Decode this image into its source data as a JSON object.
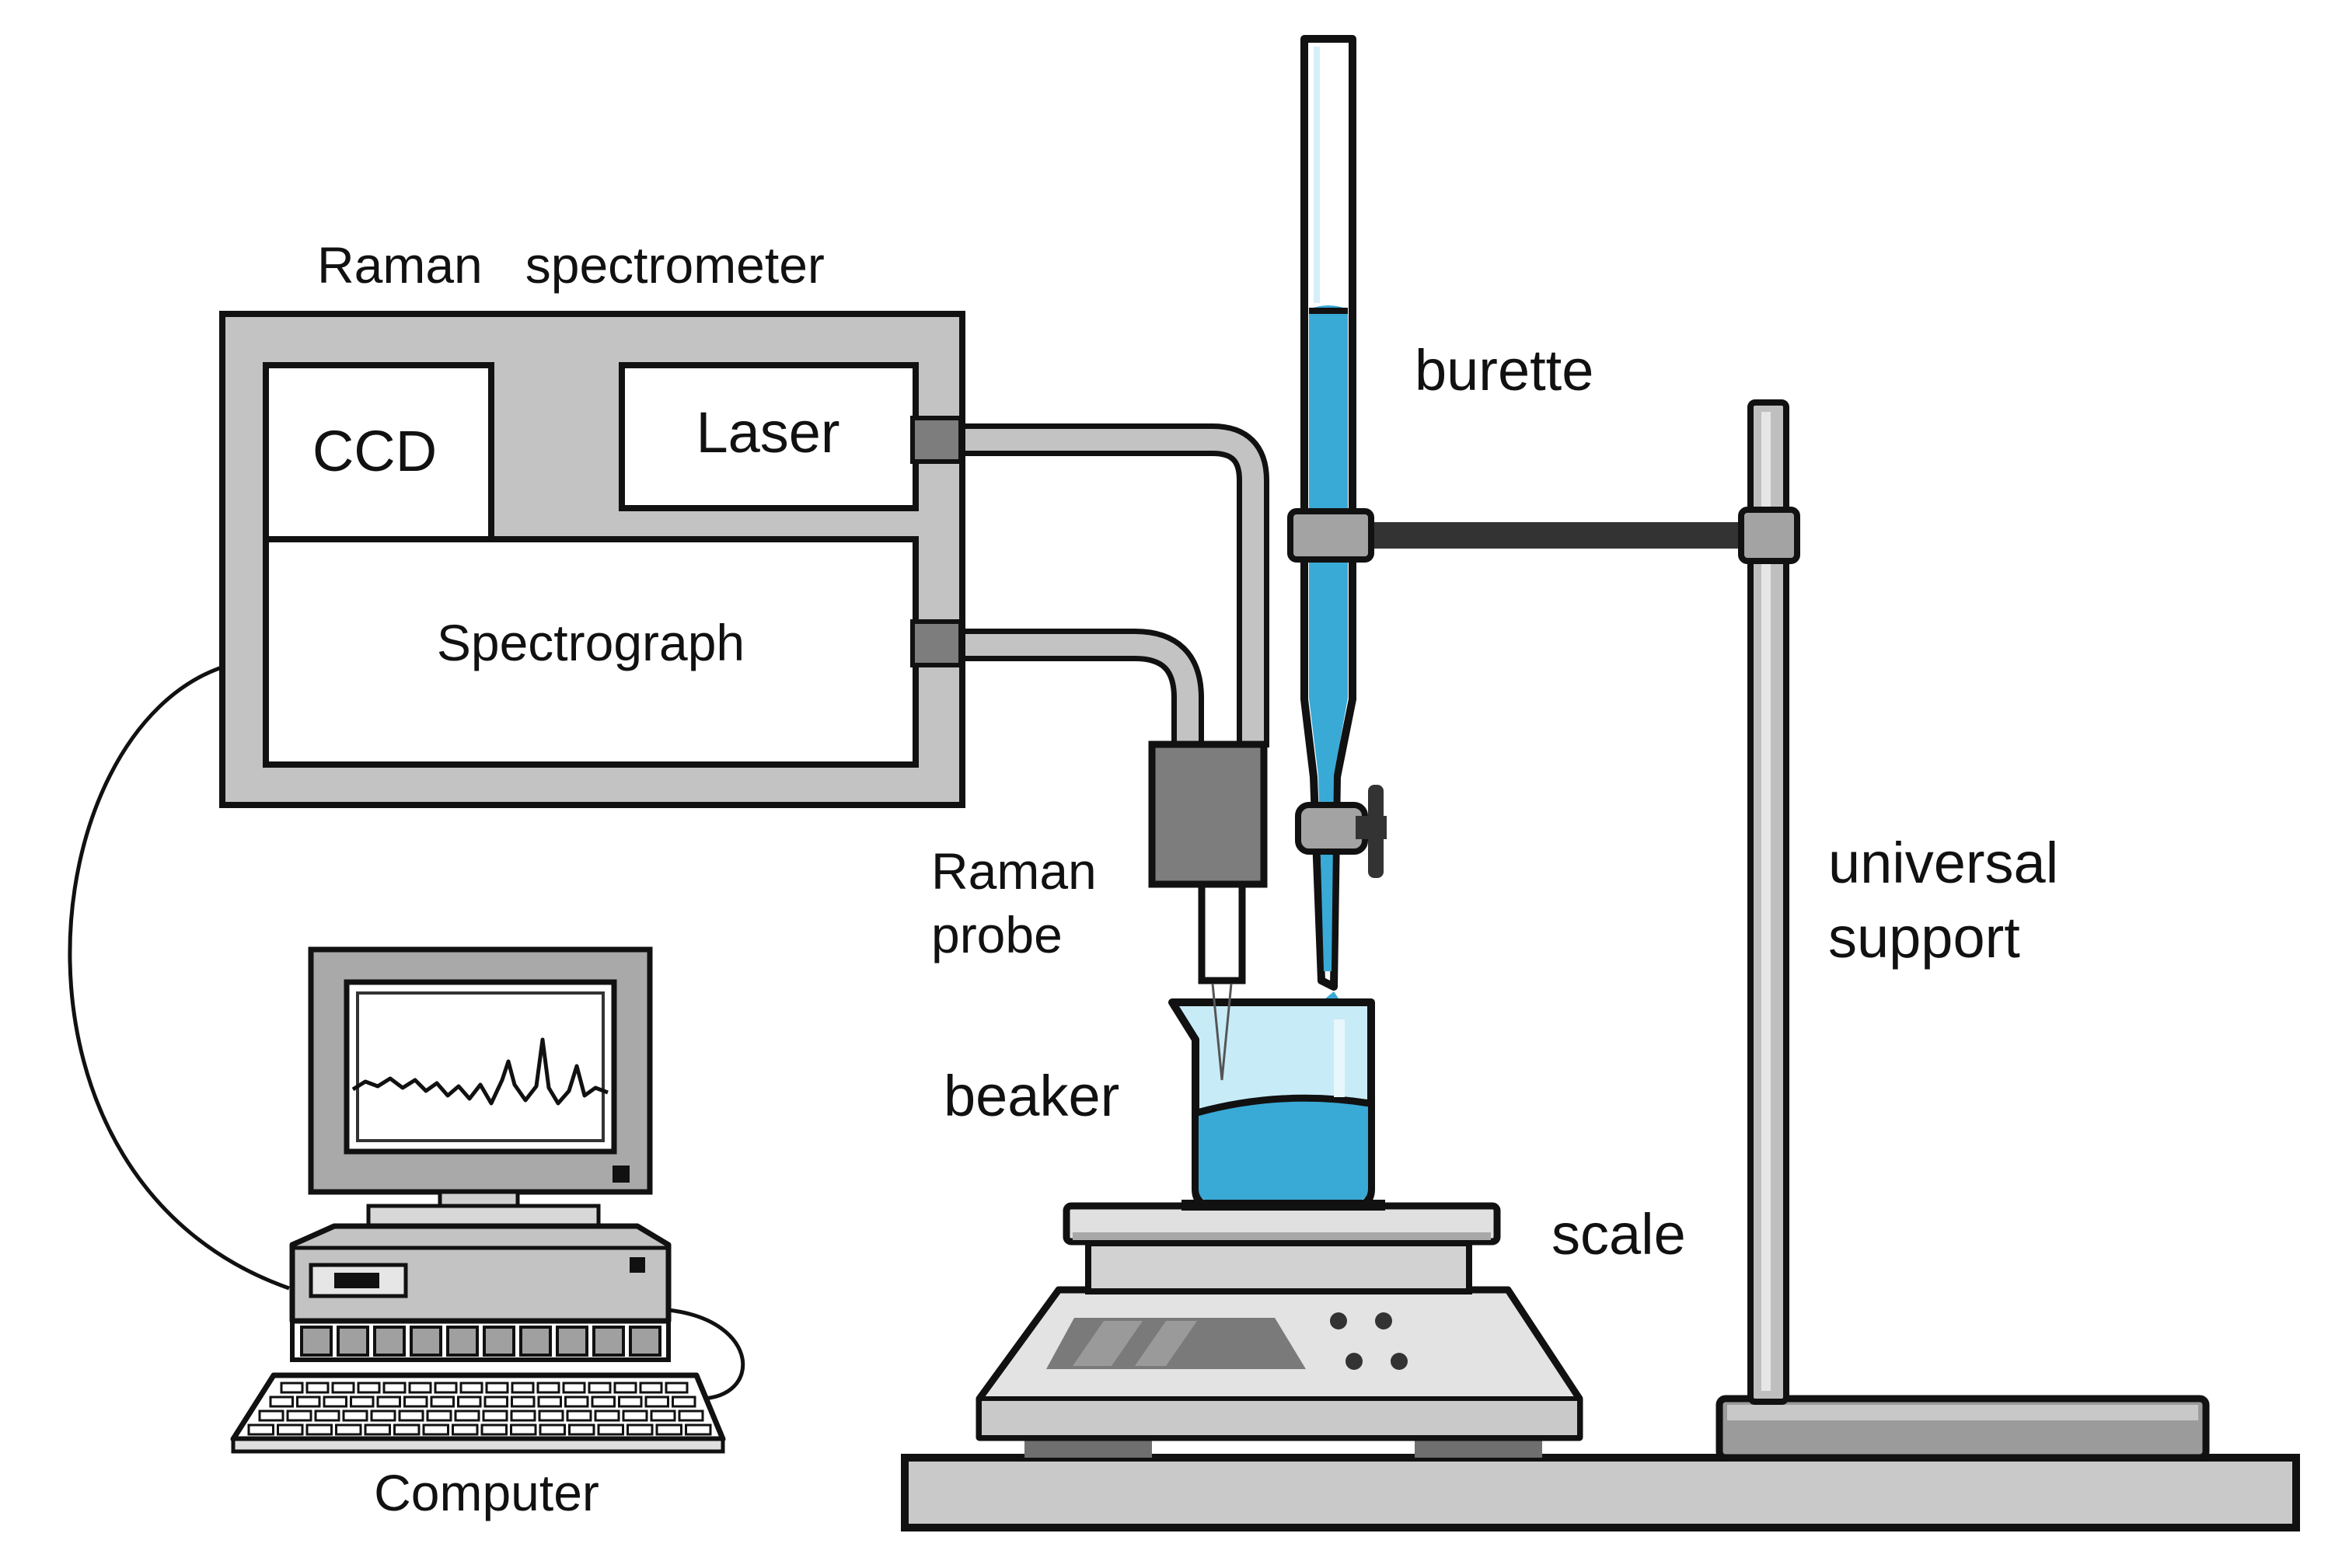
{
  "labels": {
    "raman_spectrometer": "Raman   spectrometer",
    "ccd": "CCD",
    "laser": "Laser",
    "spectrograph": "Spectrograph",
    "burette": "burette",
    "raman_probe_line1": "Raman",
    "raman_probe_line2": "probe",
    "beaker": "beaker",
    "universal_support_line1": "universal",
    "universal_support_line2": "support",
    "scale": "scale",
    "computer": "Computer"
  },
  "colors": {
    "liquid": "#39a9d6",
    "liquid_light": "#a6def2",
    "metal_gray": "#bdbdbd",
    "dark_gray": "#7d7d7d",
    "outline": "#111111"
  }
}
